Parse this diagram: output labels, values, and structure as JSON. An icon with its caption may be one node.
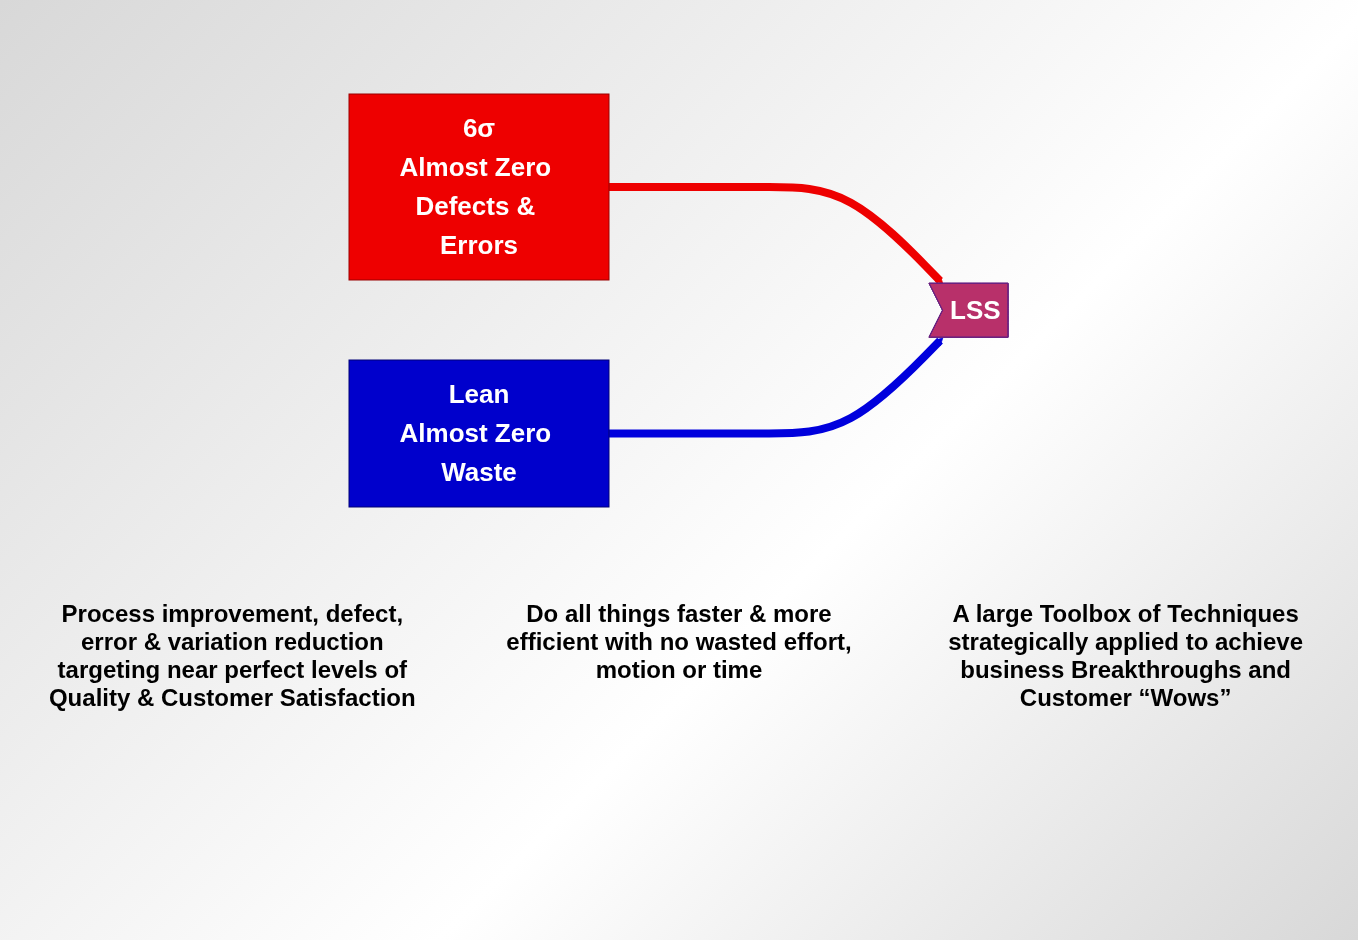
{
  "diagram": {
    "nodes": [
      {
        "text": [
          "6σ",
          "Almost Zero Defects & Errors"
        ]
      },
      {
        "text": [
          "Lean",
          "Almost Zero Waste"
        ]
      },
      {
        "text": [
          "LSS"
        ]
      }
    ],
    "edges": [
      {
        "from": 0,
        "to": 2,
        "arrow": "to",
        "color": "#ee0000"
      },
      {
        "from": 1,
        "to": 2,
        "arrow": "to",
        "color": "#0000dd"
      }
    ],
    "labels": [
      "Process improvement, defect, error & variation reduction targeting near perfect levels of Quality & Customer Satisfaction",
      "Do all things faster & more efficient with no wasted effort, motion or time",
      "A large Toolbox of Techniques strategically applied to achieve business Breakthroughs and Customer “Wows”"
    ]
  }
}
